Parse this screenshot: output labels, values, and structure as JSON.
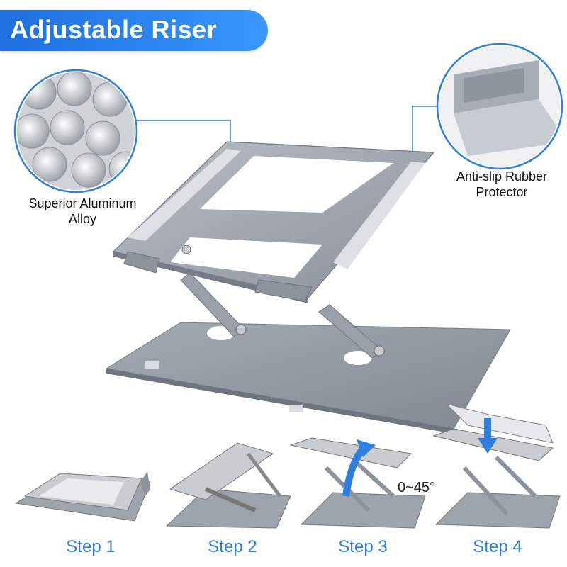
{
  "banner": {
    "title": "Adjustable Riser"
  },
  "callouts": {
    "left_line1": "Superior Aluminum",
    "left_line2": "Alloy",
    "right_line1": "Anti-slip Rubber",
    "right_line2": "Protector"
  },
  "angle_text": "0~45°",
  "steps": [
    "Step 1",
    "Step 2",
    "Step 3",
    "Step 4"
  ],
  "colors": {
    "accent": "#2f7fe0",
    "aluminum": "#9aa0a8"
  }
}
